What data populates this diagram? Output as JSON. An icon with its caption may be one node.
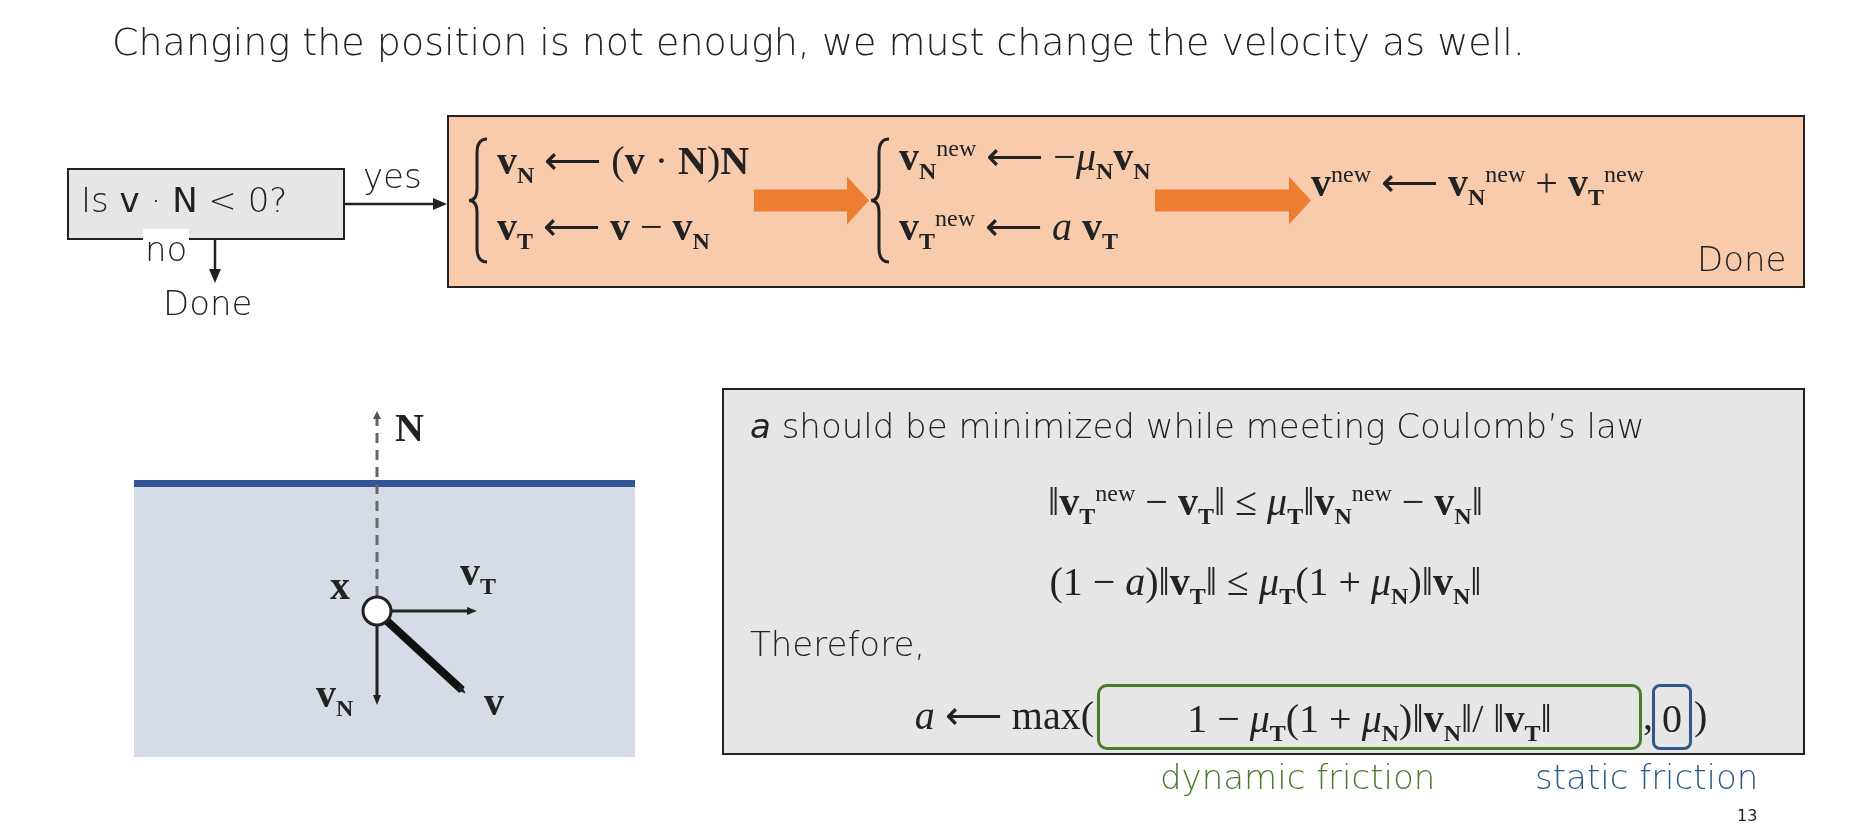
{
  "diagram": {
    "title": "Changing the position is not enough, we must change the velocity as well.",
    "nodes": [
      {
        "text": [
          "Is **v** · **N** < 0?"
        ]
      },
      {
        "text": [
          "Done"
        ]
      },
      {
        "text": [
          "**v**$_{N}$ ⟵ (**v** · **N**)**N**",
          "**v**$_{T}$ ⟵ **v** − **v**$_{N}$"
        ],
        "in": 1
      },
      {
        "text": [
          "**v**$_{N}$$^{new}$ ⟵ −*μ*$_{N}$**v**$_{N}$",
          "**v**$_{T}$$^{new}$ ⟵ *a* **v**$_{T}$"
        ],
        "in": 1
      },
      {
        "text": [
          "**v**$^{new}$ ⟵ **v**$_{N}$$^{new}$ + **v**$_{T}$$^{new}$"
        ],
        "in": 1
      },
      {
        "text": [
          "Done"
        ]
      },
      {
        "text": [
          "*a* should be minimized while meeting Coulomb’s law",
          "‖**v**$_{T}$$^{new}$ − **v**$_{T}$‖ ≤ *μ*$_{T}$‖**v**$_{N}$$^{new}$ − **v**$_{N}$‖",
          "(1 − *a*)‖**v**$_{T}$‖ ≤ *μ*$_{T}$(1 + *μ*$_{N}$)‖**v**$_{N}$‖",
          "Therefore,",
          "*a* ⟵ max(",
          ",",
          ")"
        ]
      },
      {
        "text": [
          "1 − *μ*$_{T}$(1 + *μ*$_{N}$)‖**v**$_{N}$‖/ ‖**v**$_{T}$‖"
        ],
        "in": 6,
        "beside": [
          "dynamic friction"
        ]
      },
      {
        "text": [
          "0"
        ],
        "in": 6,
        "beside": [
          "static friction"
        ]
      }
    ],
    "edges": [
      {
        "from": 0,
        "to": 1,
        "arrow": "to",
        "label": "yes"
      },
      {
        "from": 0,
        "to": 5,
        "arrow": "to",
        "label": "no"
      },
      {
        "from": 2,
        "to": 3,
        "arrow": "to",
        "style": "thick",
        "color": "#ed7d31"
      },
      {
        "from": 3,
        "to": 4,
        "arrow": "to",
        "style": "thick",
        "color": "#ed7d31"
      }
    ],
    "labels": [
      "N",
      "x",
      "v$_{T}$",
      "v$_{N}$",
      "v",
      "13"
    ]
  }
}
